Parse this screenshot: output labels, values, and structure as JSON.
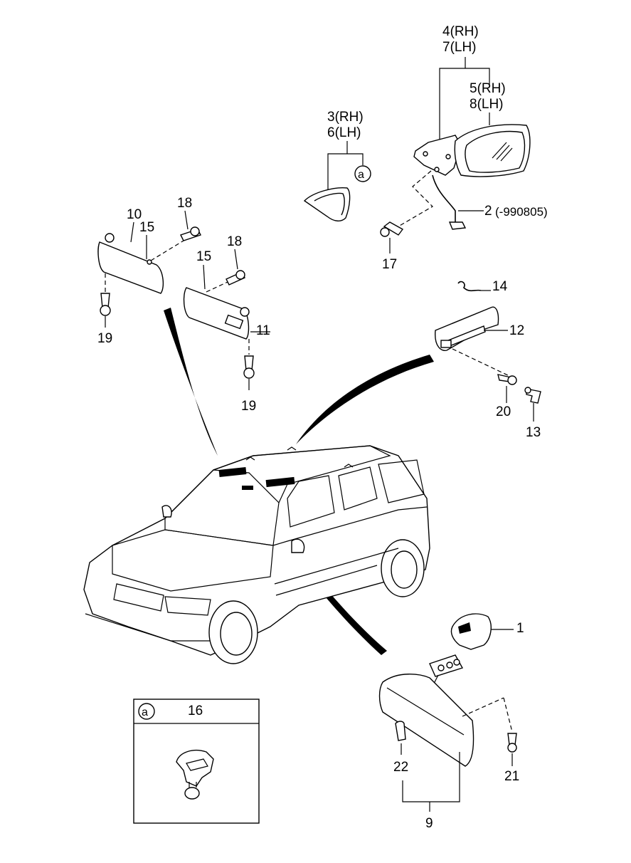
{
  "diagram": {
    "title": "Mirror & Sun Visor Parts Diagram",
    "callouts": {
      "c1": "1",
      "c2": "2",
      "c2_note": "(-990805)",
      "c3": "3(RH)",
      "c6": "6(LH)",
      "c4": "4(RH)",
      "c7": "7(LH)",
      "c5": "5(RH)",
      "c8": "8(LH)",
      "c9": "9",
      "c10": "10",
      "c11": "11",
      "c12": "12",
      "c13": "13",
      "c14": "14",
      "c15a": "15",
      "c15b": "15",
      "c17": "17",
      "c18a": "18",
      "c18b": "18",
      "c19a": "19",
      "c19b": "19",
      "c20": "20",
      "c21": "21",
      "c22": "22"
    },
    "ref_marker": "a",
    "inset": {
      "marker": "a",
      "part_number": "16"
    }
  }
}
